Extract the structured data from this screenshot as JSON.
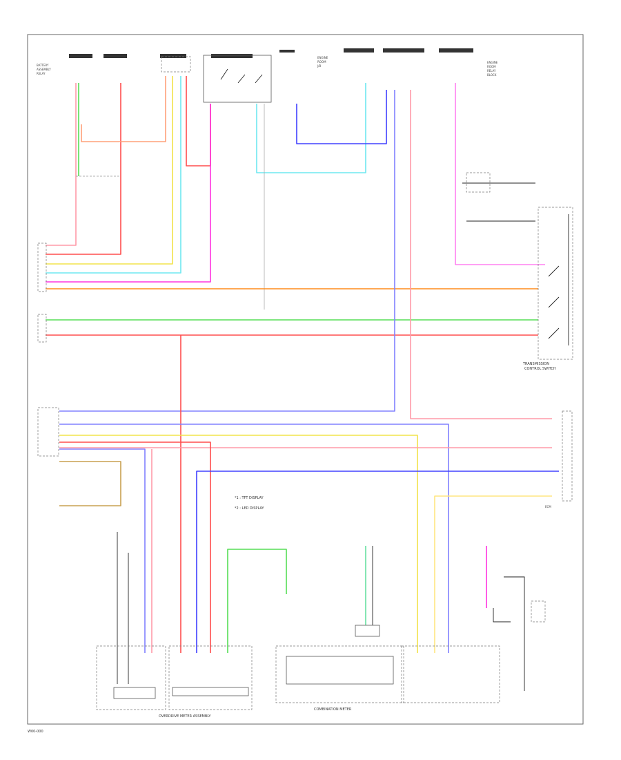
{
  "diagram": {
    "footer_code": "W00-000",
    "inset_legend": [
      "*1 : TFT DISPLAY",
      "*2 : LED DISPLAY"
    ],
    "component_labels": {
      "transmission_control_switch": [
        "TRANSMISSION",
        "CONTROL SWITCH"
      ],
      "combination_meter": "COMBINATION METER",
      "overdrive_meter_assembly": "OVERDRIVE METER ASSEMBLY"
    },
    "colors": {
      "red": "#ff4d4d",
      "pink": "#ff9aa8",
      "orange": "#ff8c1a",
      "yellow": "#f2e34a",
      "green": "#55dd55",
      "lightgreen": "#66e0a0",
      "cyan": "#6ee8f0",
      "blue": "#4040ff",
      "lightblue": "#8080ff",
      "magenta": "#ff33e0",
      "lightmagenta": "#ff80f0",
      "tan": "#c8a050",
      "lightyellow": "#ffe680",
      "salmon": "#ffa07a"
    }
  }
}
